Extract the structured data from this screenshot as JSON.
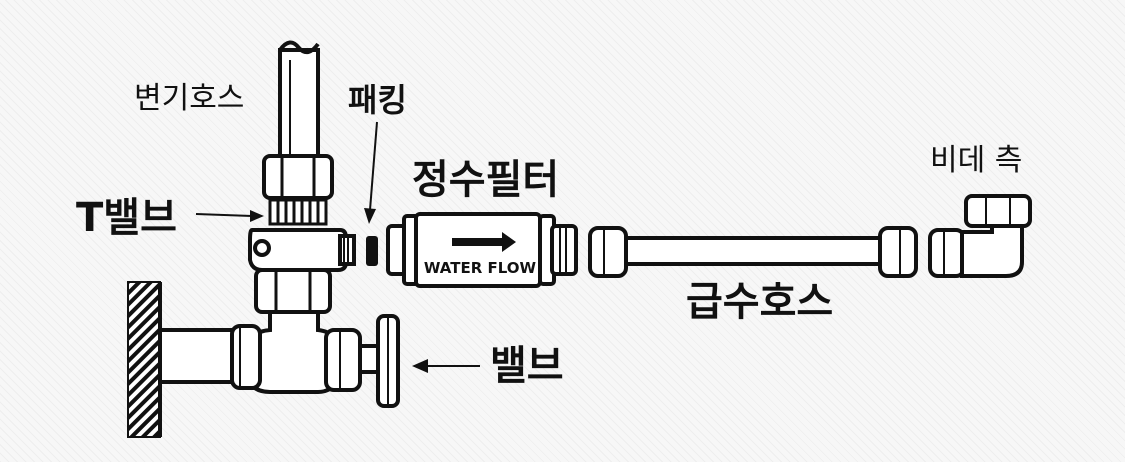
{
  "labels": {
    "toilet_hose": "변기호스",
    "packing": "패킹",
    "water_filter": "정수필터",
    "t_valve": "T밸브",
    "bidet_side": "비데 측",
    "supply_hose": "급수호스",
    "valve": "밸브"
  },
  "filter": {
    "flow_text": "WATER FLOW"
  },
  "colors": {
    "ink": "#111111",
    "background": "#f7f7f7"
  }
}
